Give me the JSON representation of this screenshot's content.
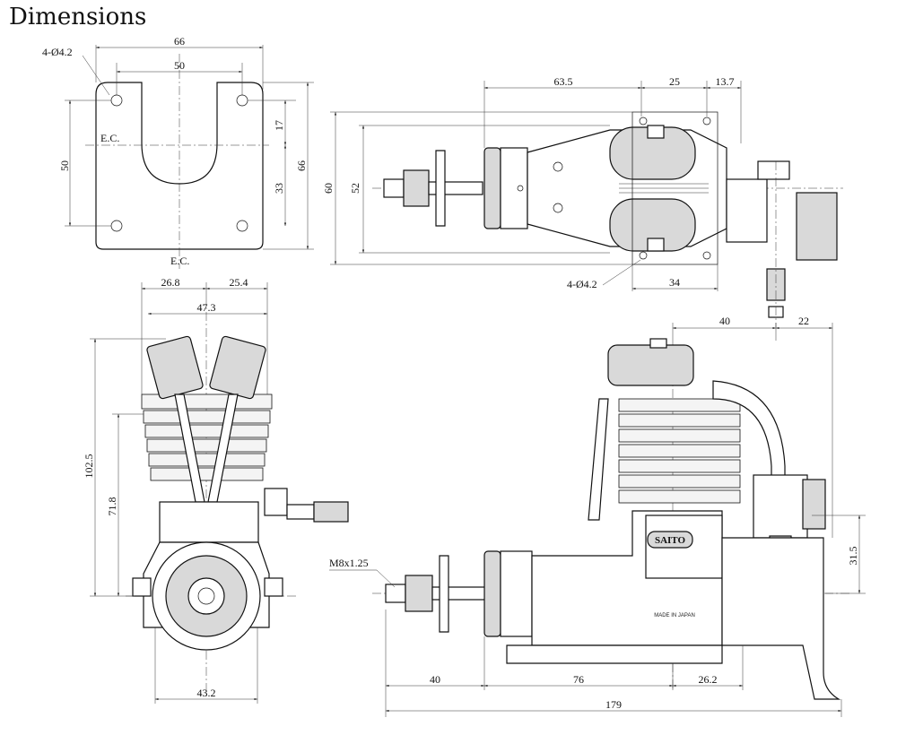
{
  "title": "Dimensions",
  "mount_plate": {
    "dim_width": "66",
    "dim_hole_spacing_x": "50",
    "dim_height_left": "50",
    "dim_upper": "17",
    "dim_lower": "33",
    "dim_height_right": "66",
    "hole_callout": "4-Ø4.2",
    "ec_label_left": "E.C.",
    "ec_label_bottom": "E.C."
  },
  "top_view": {
    "dim_a": "63.5",
    "dim_b": "25",
    "dim_c": "13.7",
    "dim_height_outer": "60",
    "dim_height_inner": "52",
    "hole_callout": "4-Ø4.2",
    "dim_bottom": "34"
  },
  "front_view": {
    "dim_left_top": "26.8",
    "dim_right_top": "25.4",
    "dim_cyl_spacing": "47.3",
    "dim_total_height": "102.5",
    "dim_shaft_height": "71.8",
    "dim_base": "43.2"
  },
  "side_view": {
    "dim_top_left": "40",
    "dim_top_right": "22",
    "dim_right_height": "31.5",
    "thread_callout": "M8x1.25",
    "dim_b1": "40",
    "dim_b2": "76",
    "dim_b3": "26.2",
    "dim_total": "179",
    "brand_badge": "SAITO",
    "made_in": "MADE IN JAPAN"
  }
}
